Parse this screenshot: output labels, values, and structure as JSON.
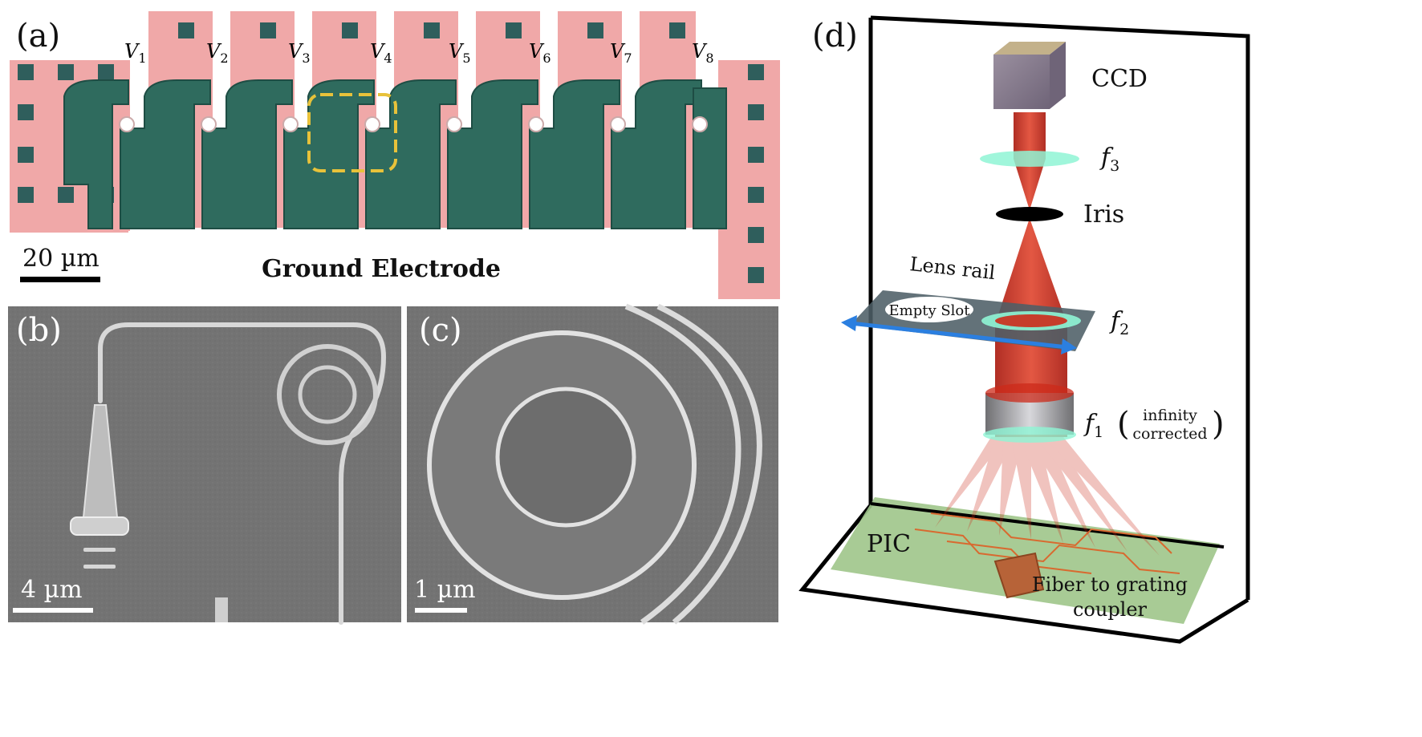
{
  "panels": {
    "a": {
      "label": "(a)",
      "voltages": [
        {
          "v": "V",
          "sub": "1"
        },
        {
          "v": "V",
          "sub": "2"
        },
        {
          "v": "V",
          "sub": "3"
        },
        {
          "v": "V",
          "sub": "4"
        },
        {
          "v": "V",
          "sub": "5"
        },
        {
          "v": "V",
          "sub": "6"
        },
        {
          "v": "V",
          "sub": "7"
        },
        {
          "v": "V",
          "sub": "8"
        }
      ],
      "scale_bar": "20 µm",
      "ground_label": "Ground Electrode",
      "colors": {
        "pad": "#f0a8a8",
        "metal": "#2f6b5e",
        "ring_highlight": "#e8c23a"
      }
    },
    "b": {
      "label": "(b)",
      "scale_bar": "4 µm"
    },
    "c": {
      "label": "(c)",
      "scale_bar": "1 µm"
    },
    "d": {
      "label": "(d)",
      "ccd": "CCD",
      "f3": {
        "f": "f",
        "sub": "3"
      },
      "iris": "Iris",
      "lens_rail": "Lens rail",
      "empty_slot": "Empty Slot",
      "f2": {
        "f": "f",
        "sub": "2"
      },
      "f1": {
        "f": "f",
        "sub": "1"
      },
      "f1_note_top": "infinity",
      "f1_note_bottom": "corrected",
      "pic": "PIC",
      "fiber_line1": "Fiber to grating",
      "fiber_line2": "coupler",
      "colors": {
        "beam": "#cc2a1a",
        "rail_arrow": "#2b7fe0",
        "lens_glow": "#8ff5d5",
        "pic_board": "#9ec58a"
      }
    }
  }
}
